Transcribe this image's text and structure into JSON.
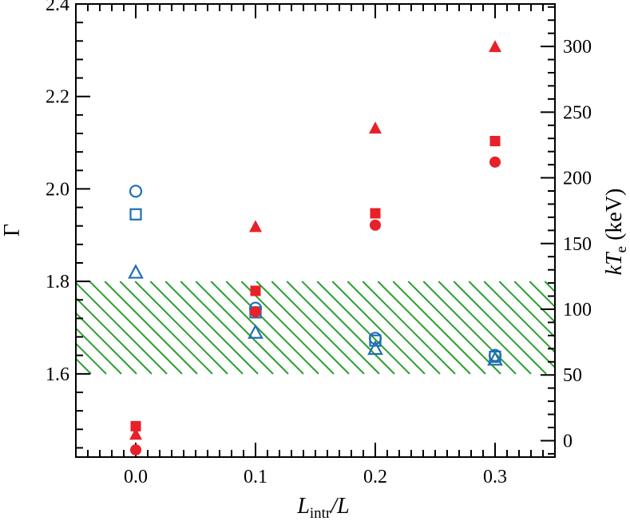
{
  "chart_data": {
    "type": "scatter",
    "xlabel": {
      "main": "L",
      "sub": "intr",
      "suffix": "/L"
    },
    "ylabel_left": "Γ",
    "ylabel_right": {
      "prefix": "k",
      "main": "T",
      "sub": "e",
      "unit": " (keV)"
    },
    "xlim": [
      -0.05,
      0.35
    ],
    "ylim_left": [
      1.42,
      2.4
    ],
    "ylim_right": [
      -12.5,
      332.3
    ],
    "x_ticks": [
      "0.0",
      "0.1",
      "0.2",
      "0.3"
    ],
    "y_left_ticks": [
      "1.6",
      "1.8",
      "2.0",
      "2.2",
      "2.4"
    ],
    "y_right_ticks": [
      "0",
      "50",
      "100",
      "150",
      "200",
      "250",
      "300"
    ],
    "band": {
      "gamma_min": 1.6,
      "gamma_max": 1.8,
      "color": "#2ca02c",
      "pattern": "diagonal-hatch"
    },
    "colors": {
      "red": "#e8202a",
      "blue": "#1f6fb4"
    },
    "series": [
      {
        "marker": "circle",
        "filled": false,
        "color": "blue",
        "axis": "left",
        "points": [
          [
            0.0,
            1.995
          ],
          [
            0.1,
            1.742
          ],
          [
            0.2,
            1.677
          ],
          [
            0.3,
            1.64
          ]
        ]
      },
      {
        "marker": "square",
        "filled": false,
        "color": "blue",
        "axis": "left",
        "points": [
          [
            0.0,
            1.945
          ],
          [
            0.1,
            1.733
          ],
          [
            0.2,
            1.672
          ],
          [
            0.3,
            1.637
          ]
        ]
      },
      {
        "marker": "triangle",
        "filled": false,
        "color": "blue",
        "axis": "left",
        "points": [
          [
            0.0,
            1.82
          ],
          [
            0.1,
            1.69
          ],
          [
            0.2,
            1.655
          ],
          [
            0.3,
            1.632
          ]
        ]
      },
      {
        "marker": "circle",
        "filled": true,
        "color": "red",
        "axis": "right",
        "points": [
          [
            0.0,
            -7
          ],
          [
            0.1,
            98
          ],
          [
            0.2,
            164
          ],
          [
            0.3,
            212
          ]
        ]
      },
      {
        "marker": "square",
        "filled": true,
        "color": "red",
        "axis": "right",
        "points": [
          [
            0.0,
            11
          ],
          [
            0.1,
            114
          ],
          [
            0.2,
            173
          ],
          [
            0.3,
            228
          ]
        ]
      },
      {
        "marker": "triangle",
        "filled": true,
        "color": "red",
        "axis": "right",
        "points": [
          [
            0.0,
            5
          ],
          [
            0.1,
            163
          ],
          [
            0.2,
            238
          ],
          [
            0.3,
            300
          ]
        ]
      }
    ]
  }
}
